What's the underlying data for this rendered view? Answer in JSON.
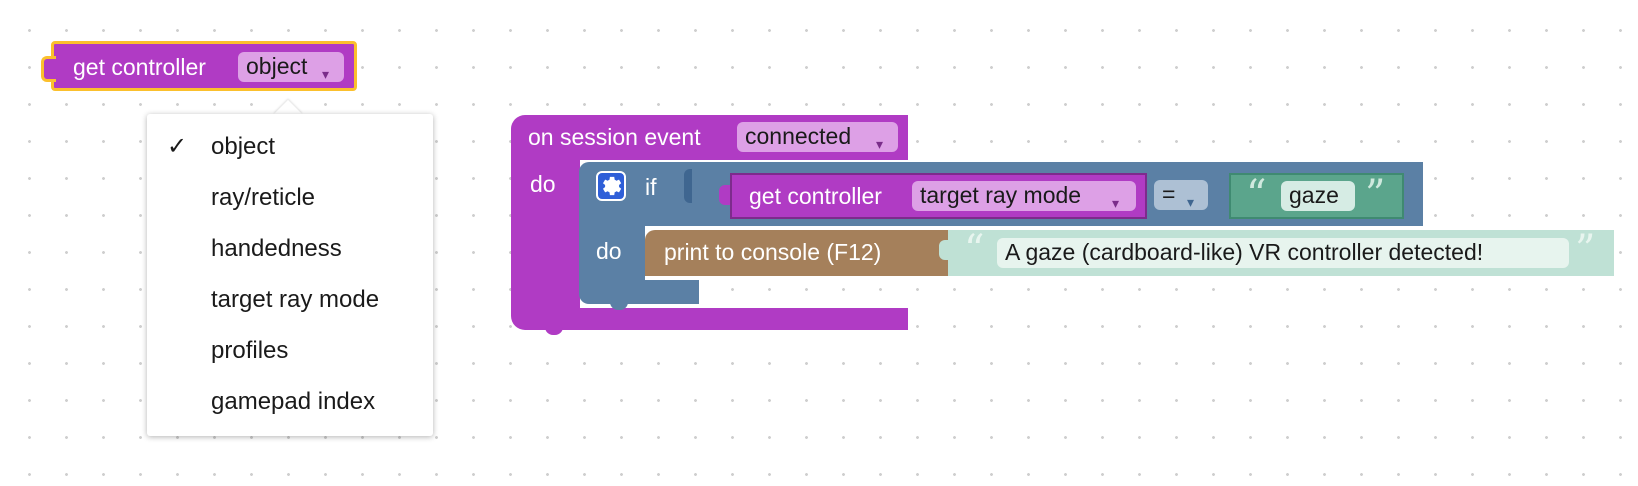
{
  "selected_block": {
    "label": "get controller",
    "dropdown_value": "object"
  },
  "dropdown_menu": {
    "items": [
      {
        "label": "object",
        "checked": "✓"
      },
      {
        "label": "ray/reticle",
        "checked": ""
      },
      {
        "label": "handedness",
        "checked": ""
      },
      {
        "label": "target ray mode",
        "checked": ""
      },
      {
        "label": "profiles",
        "checked": ""
      },
      {
        "label": "gamepad index",
        "checked": ""
      }
    ]
  },
  "event_block": {
    "label": "on session event",
    "event_value": "connected",
    "do_label": "do"
  },
  "if_block": {
    "if_label": "if",
    "do_label": "do",
    "settings_icon": "gear-icon"
  },
  "condition": {
    "get_label": "get controller",
    "property_value": "target ray mode",
    "operator": "=",
    "string_value": "gaze",
    "open_quote": "“",
    "close_quote": "”"
  },
  "print_block": {
    "label": "print to console (F12)",
    "message": "A gaze (cardboard-like) VR controller detected!",
    "open_quote": "“",
    "close_quote": "”"
  },
  "arrow_glyph": "▾",
  "colors": {
    "procedure_purple": "#b03bc4",
    "logic_blue": "#5b80a5",
    "console_brown": "#a5805b",
    "text_teal": "#5ba58c",
    "selection_yellow": "#fbc02d"
  }
}
